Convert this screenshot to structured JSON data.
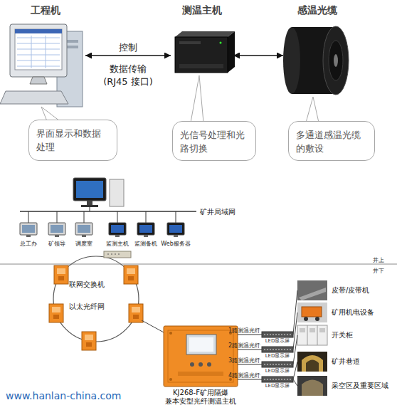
{
  "diagram": {
    "nodes": [
      {
        "text": [
          "工程机"
        ]
      },
      {
        "text": [
          "测温主机"
        ]
      },
      {
        "text": [
          "感温光缆"
        ]
      },
      {
        "text": [
          "界面显示和数据处理"
        ]
      },
      {
        "text": [
          "光信号处理和光路切换"
        ]
      },
      {
        "text": [
          "多通道感温光缆的敷设"
        ]
      },
      {
        "text": [
          "总工办"
        ]
      },
      {
        "text": [
          "矿领导"
        ]
      },
      {
        "text": [
          "调度室"
        ]
      },
      {
        "text": [
          "监测主机"
        ]
      },
      {
        "text": [
          "监测备机"
        ]
      },
      {
        "text": [
          "Web服务器"
        ]
      },
      {
        "text": [
          "KJ268-F矿用隔爆 兼本安型光纤测温主机"
        ]
      },
      {
        "text": [
          "LED显示屏"
        ]
      },
      {
        "text": [
          "LED显示屏"
        ]
      },
      {
        "text": [
          "LED显示屏"
        ]
      },
      {
        "text": [
          "LED显示屏"
        ]
      },
      {
        "text": [
          "皮带/皮带机"
        ]
      },
      {
        "text": [
          "矿用机电设备"
        ]
      },
      {
        "text": [
          "开关柜"
        ]
      },
      {
        "text": [
          "矿井巷道"
        ]
      },
      {
        "text": [
          "采空区及重要区域"
        ]
      }
    ],
    "edges": [
      {
        "from": 0,
        "to": 1,
        "arrow": "both",
        "label": "控制"
      },
      {
        "from": 1,
        "to": 2,
        "arrow": "both"
      },
      {
        "from": 12,
        "to": 13,
        "arrow": "none",
        "label": "1路测温光纤"
      },
      {
        "from": 12,
        "to": 14,
        "arrow": "none",
        "label": "2路测温光纤"
      },
      {
        "from": 12,
        "to": 15,
        "arrow": "none",
        "label": "3路测温光纤"
      },
      {
        "from": 12,
        "to": 16,
        "arrow": "none",
        "label": "4路测温光纤"
      },
      {
        "from": 13,
        "to": 17,
        "arrow": "none"
      },
      {
        "from": 14,
        "to": 18,
        "arrow": "none"
      },
      {
        "from": 15,
        "to": 19,
        "arrow": "none"
      },
      {
        "from": 16,
        "to": 20,
        "arrow": "none"
      },
      {
        "from": 16,
        "to": 21,
        "arrow": "none"
      }
    ],
    "labels": [
      "数据传输",
      "(RJ45 接口)",
      "矿井局域网",
      "井上",
      "井下",
      "联网交换机",
      "以太光纤网",
      "www.hanlan-china.com"
    ]
  }
}
